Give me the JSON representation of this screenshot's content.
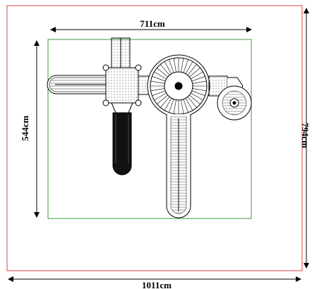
{
  "dimensions": {
    "outer_width": "1011cm",
    "outer_depth": "794cm",
    "inner_width": "711cm",
    "inner_depth": "544cm"
  },
  "colors": {
    "outer_boundary": "#e04040",
    "inner_boundary": "#3a9a3a",
    "lines": "#000000",
    "background": "#ffffff"
  }
}
